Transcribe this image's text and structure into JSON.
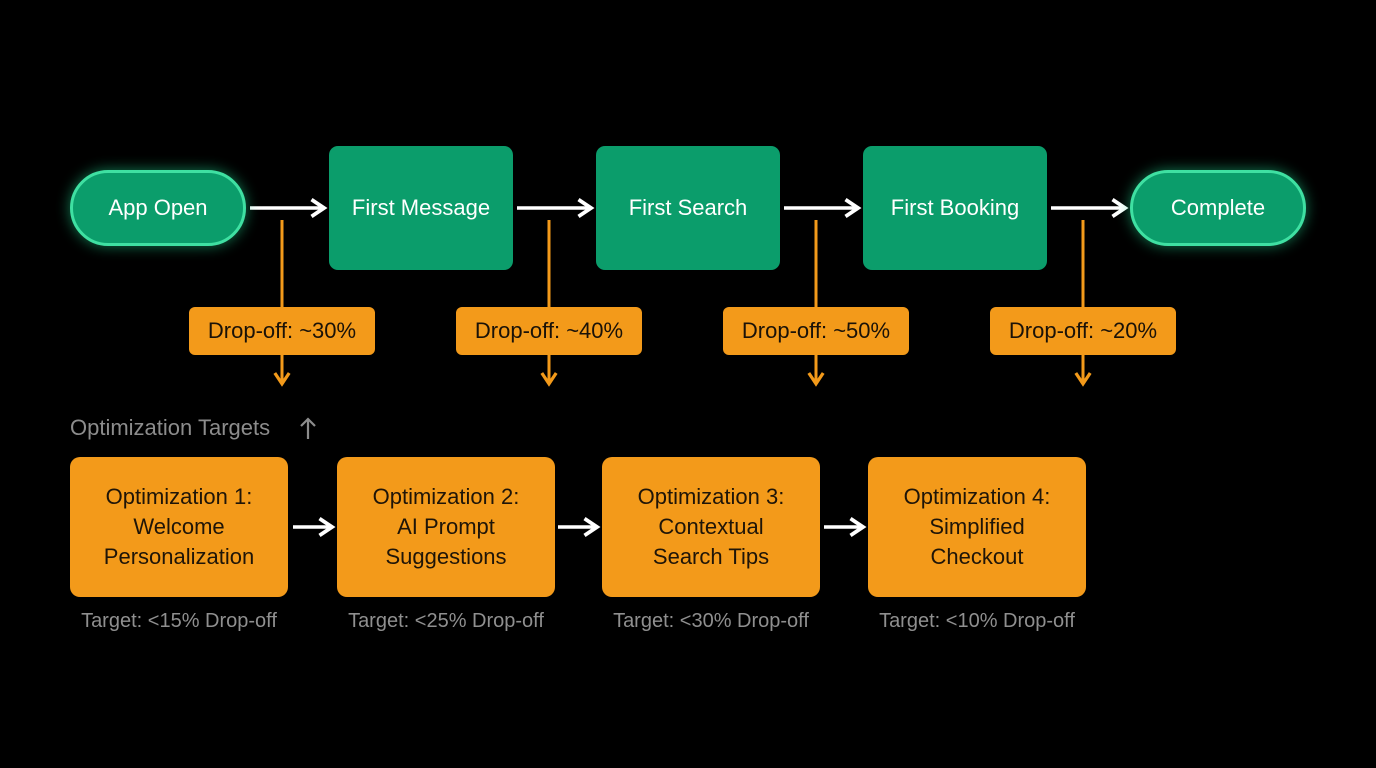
{
  "flow": {
    "steps": [
      {
        "label": "App Open",
        "shape": "pill"
      },
      {
        "label": "First Message",
        "shape": "rect"
      },
      {
        "label": "First Search",
        "shape": "rect"
      },
      {
        "label": "First Booking",
        "shape": "rect"
      },
      {
        "label": "Complete",
        "shape": "pill"
      }
    ],
    "dropoffs": [
      {
        "label": "Drop-off: ~30%",
        "percent": 30
      },
      {
        "label": "Drop-off: ~40%",
        "percent": 40
      },
      {
        "label": "Drop-off: ~50%",
        "percent": 50
      },
      {
        "label": "Drop-off: ~20%",
        "percent": 20
      }
    ]
  },
  "optimization": {
    "section_label": "Optimization Targets",
    "section_icon": "arrow-up-icon",
    "items": [
      {
        "title": "Optimization 1:",
        "line2": "Welcome",
        "line3": "Personalization",
        "target": "Target: <15% Drop-off"
      },
      {
        "title": "Optimization 2:",
        "line2": "AI Prompt",
        "line3": "Suggestions",
        "target": "Target: <25% Drop-off"
      },
      {
        "title": "Optimization 3:",
        "line2": "Contextual",
        "line3": "Search Tips",
        "target": "Target: <30% Drop-off"
      },
      {
        "title": "Optimization 4:",
        "line2": "Simplified",
        "line3": "Checkout",
        "target": "Target: <10% Drop-off"
      }
    ]
  },
  "colors": {
    "background": "#000000",
    "step_fill": "#0b9d6b",
    "step_glow": "#3fe0a2",
    "accent_orange": "#f39a1a",
    "connector_white": "#ffffff",
    "muted_text": "#8f8f8f"
  }
}
